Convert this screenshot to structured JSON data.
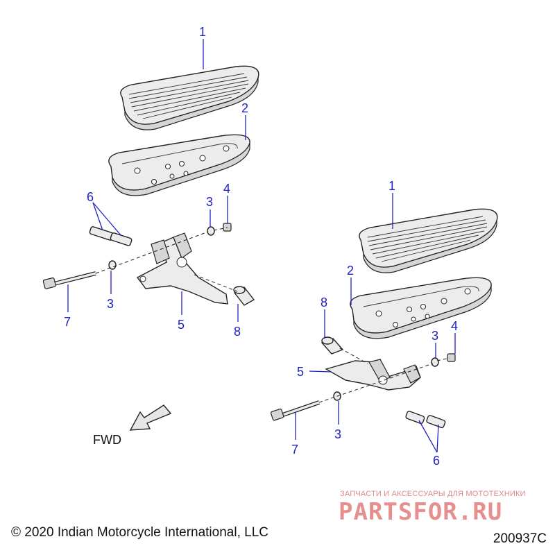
{
  "callouts": {
    "top": {
      "c1": "1",
      "c2": "2",
      "c3a": "3",
      "c3b": "3",
      "c4": "4",
      "c5": "5",
      "c6": "6",
      "c7": "7",
      "c8": "8"
    },
    "bottom": {
      "c1": "1",
      "c2": "2",
      "c3a": "3",
      "c3b": "3",
      "c4": "4",
      "c5": "5",
      "c6": "6",
      "c7": "7",
      "c8": "8"
    }
  },
  "direction": {
    "label": "FWD"
  },
  "footer": {
    "copyright": "© 2020 Indian Motorcycle International, LLC",
    "doc_number": "200937C"
  },
  "watermark": {
    "tagline": "ЗАПЧАСТИ И АКСЕССУАРЫ ДЛЯ МОТОТЕХНИКИ",
    "brand": "PARTSFOR.RU"
  },
  "colors": {
    "callout": "#2020c8",
    "watermark": "#e58f8f"
  }
}
